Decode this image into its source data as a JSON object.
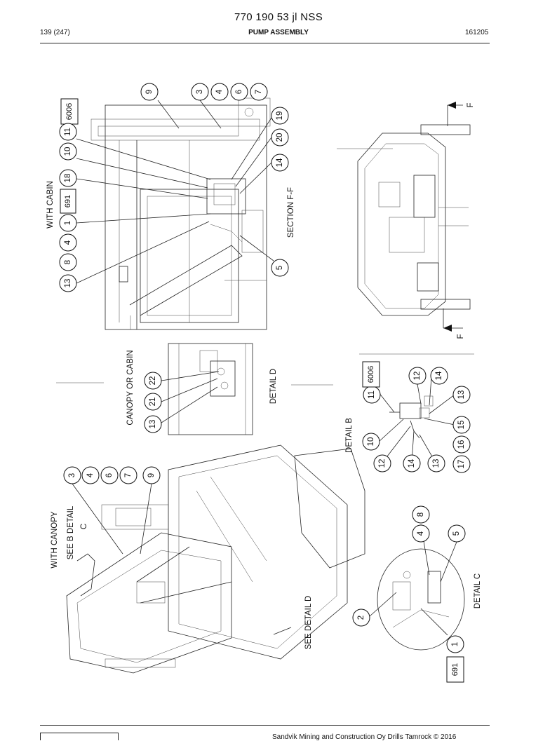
{
  "header": {
    "doc_number": "770 190 53 jl NSS",
    "page": "139 (247)",
    "title": "PUMP ASSEMBLY",
    "date": "161205"
  },
  "footer": {
    "copyright": "Sandvik Mining and Construction Oy Drills Tamrock © 2016"
  },
  "labels": {
    "with_cabin": "WITH CABIN",
    "section_ff": "SECTION F-F",
    "section_marker": "F",
    "canopy_or_cabin": "CANOPY OR CABIN",
    "detail_d": "DETAIL D",
    "detail_b": "DETAIL B",
    "with_canopy": "WITH CANOPY",
    "see_b_detail": "SEE B DETAIL",
    "see_b_detail_c": "C",
    "see_detail_d": "SEE DETAIL D",
    "detail_c": "DETAIL C"
  },
  "callouts": {
    "cabin_top": [
      "9",
      "3",
      "4",
      "6",
      "7"
    ],
    "cabin_left": [
      "11",
      "10",
      "18",
      "1",
      "4",
      "8",
      "13"
    ],
    "cabin_left_box": "691",
    "cabin_box_6006": "6006",
    "cabin_right": [
      "19",
      "20",
      "14",
      "5"
    ],
    "canopy_cabin": [
      "22",
      "21",
      "13"
    ],
    "detail_b": [
      "11",
      "12",
      "14",
      "13",
      "15",
      "16",
      "17",
      "10",
      "12",
      "14",
      "13"
    ],
    "detail_b_box": "6006",
    "canopy": [
      "3",
      "4",
      "6",
      "7",
      "9"
    ],
    "detail_c": [
      "8",
      "4",
      "5",
      "2",
      "1"
    ],
    "detail_c_box": "691"
  }
}
